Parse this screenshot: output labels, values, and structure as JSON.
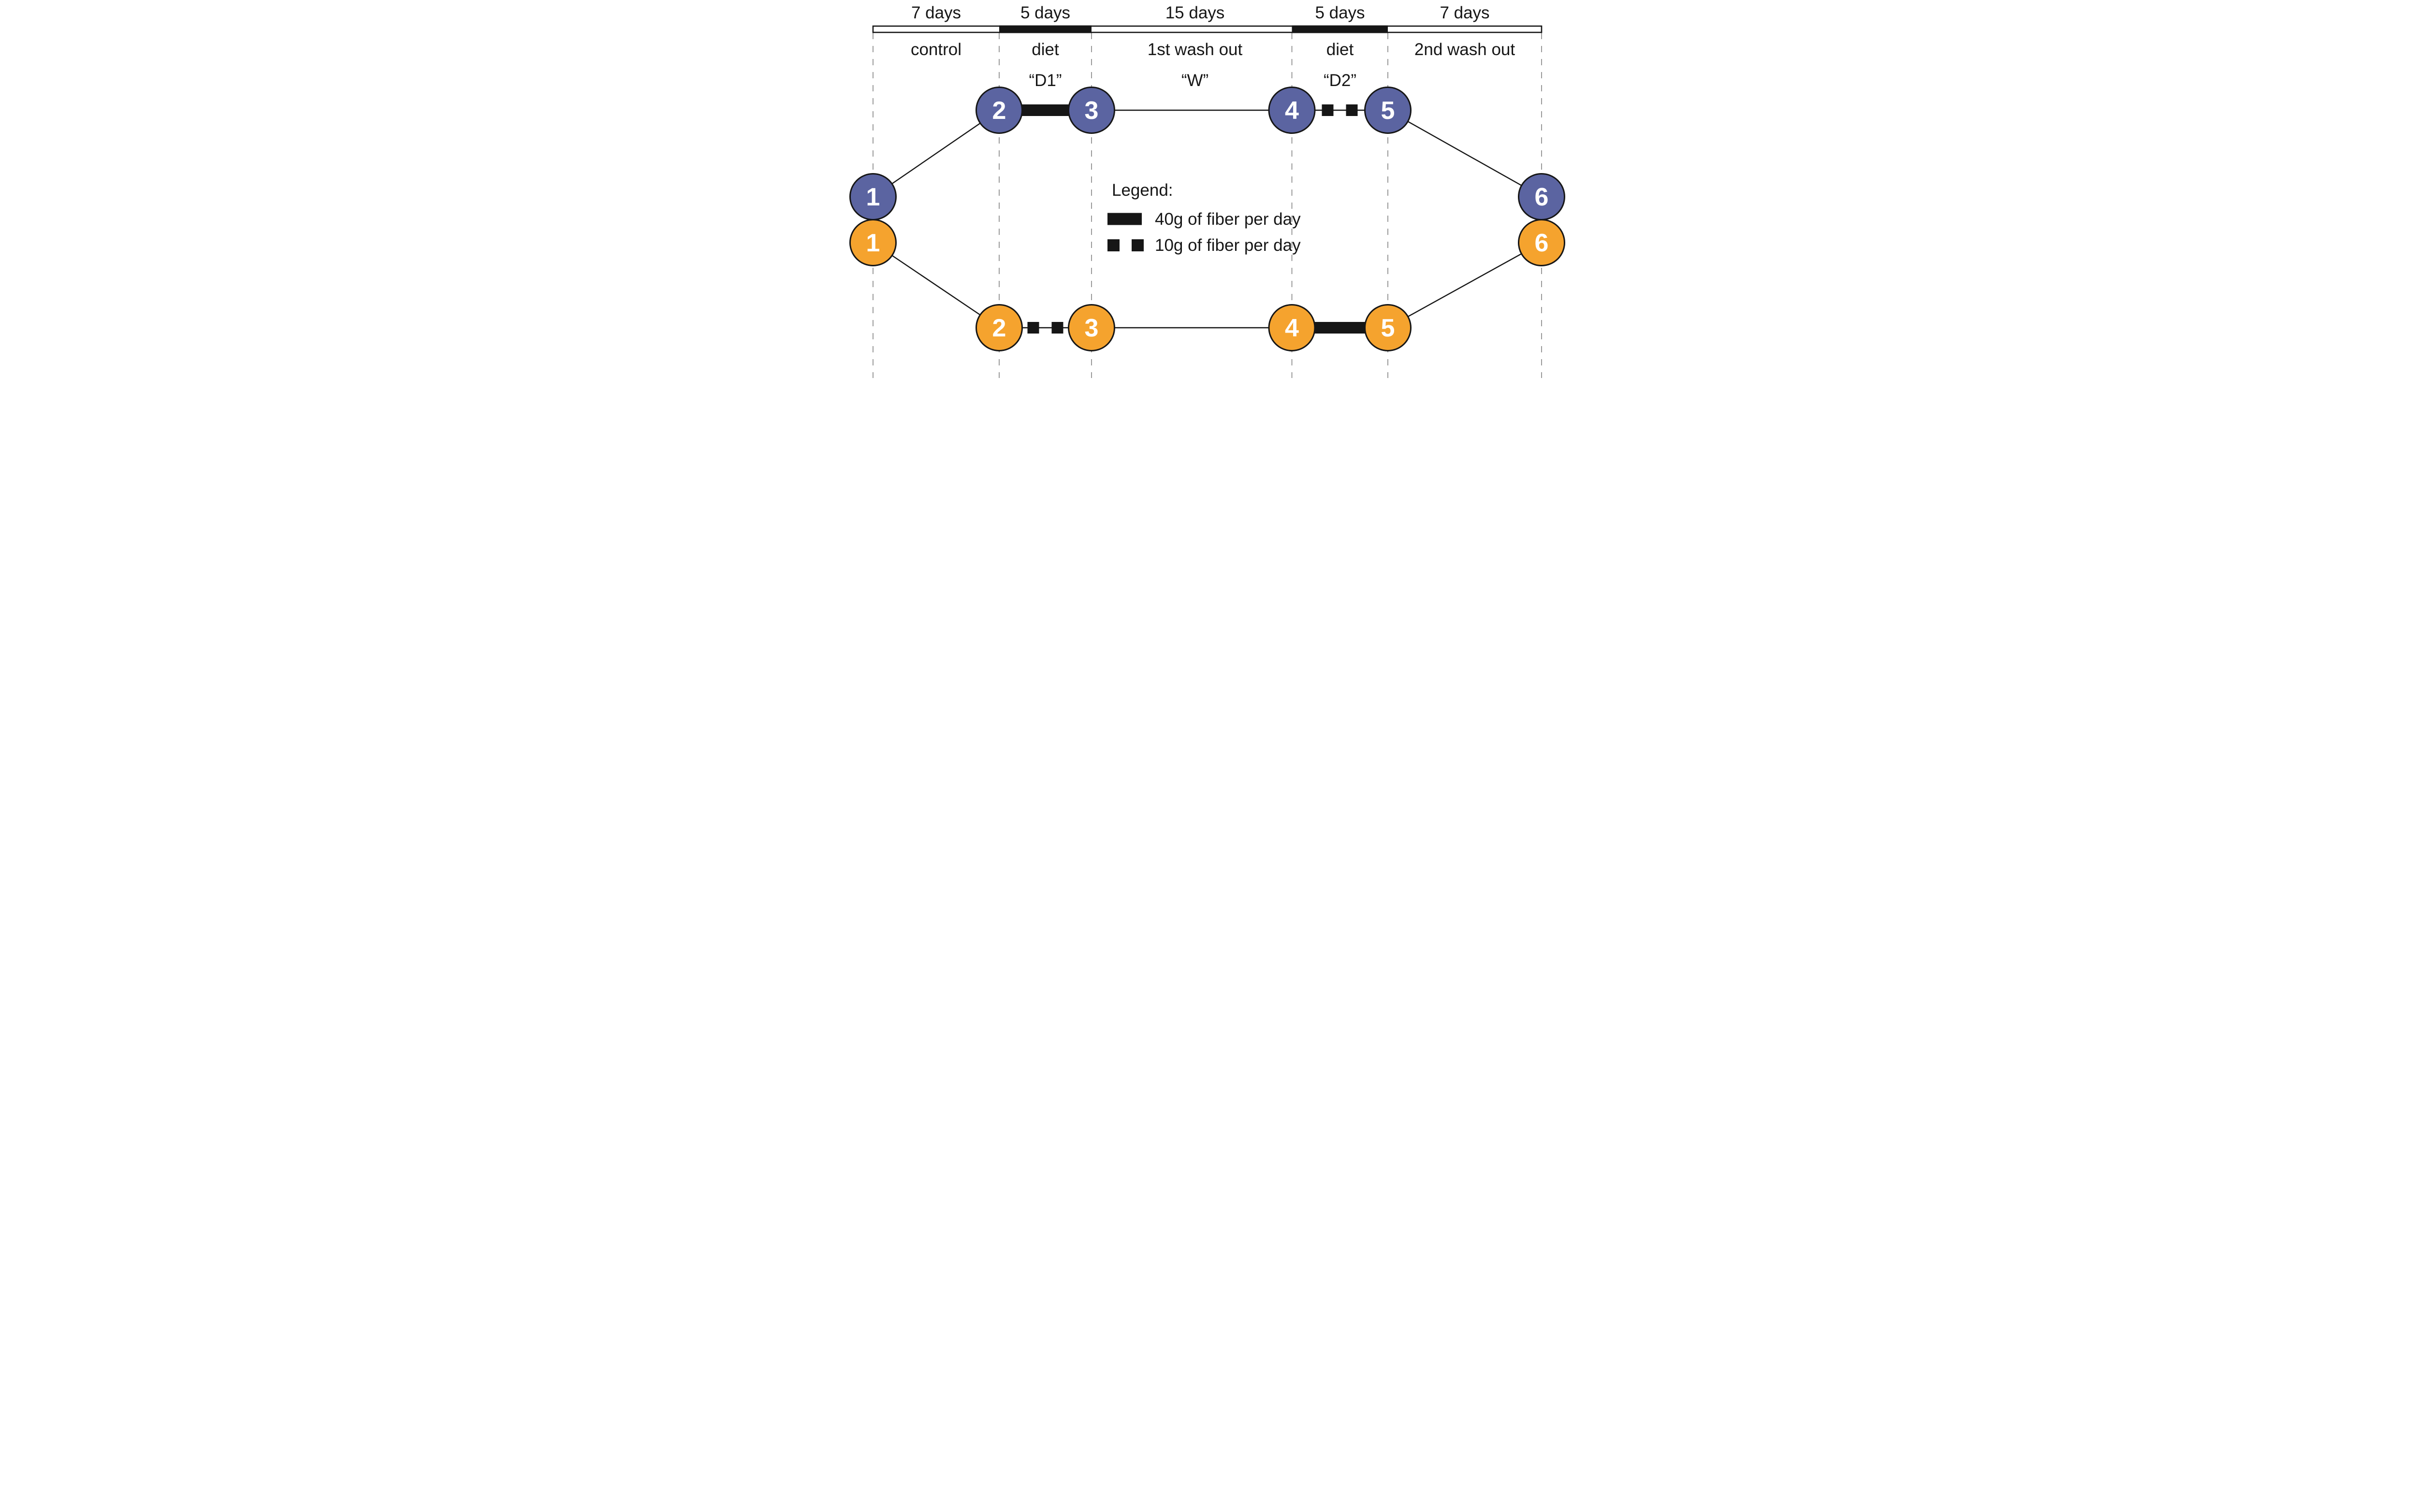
{
  "figure": {
    "description": "Crossover dietary fiber study design timeline with two randomized arms and six visits"
  },
  "colors": {
    "arm_top": "#5B64A1",
    "arm_bottom": "#F5A32E",
    "ink": "#161616",
    "gridline": "#9A9A9A"
  },
  "timeline": {
    "segments": [
      {
        "duration": "7 days",
        "phase": "control",
        "bar_fill": "white"
      },
      {
        "duration": "5 days",
        "phase": "diet",
        "bar_fill": "black",
        "code": "“D1”"
      },
      {
        "duration": "15 days",
        "phase": "1st wash out",
        "bar_fill": "white",
        "code": "“W”"
      },
      {
        "duration": "5 days",
        "phase": "diet",
        "bar_fill": "black",
        "code": "“D2”"
      },
      {
        "duration": "7 days",
        "phase": "2nd wash out",
        "bar_fill": "white"
      }
    ]
  },
  "legend": {
    "title": "Legend:",
    "items": [
      {
        "symbol": "solid-bar",
        "label": "40g of fiber per day"
      },
      {
        "symbol": "two-squares",
        "label": "10g of fiber per day"
      }
    ]
  },
  "arms": {
    "top": {
      "name": "blue arm",
      "visits": [
        "1",
        "2",
        "3",
        "4",
        "5",
        "6"
      ]
    },
    "bottom": {
      "name": "orange arm",
      "visits": [
        "1",
        "2",
        "3",
        "4",
        "5",
        "6"
      ]
    }
  }
}
